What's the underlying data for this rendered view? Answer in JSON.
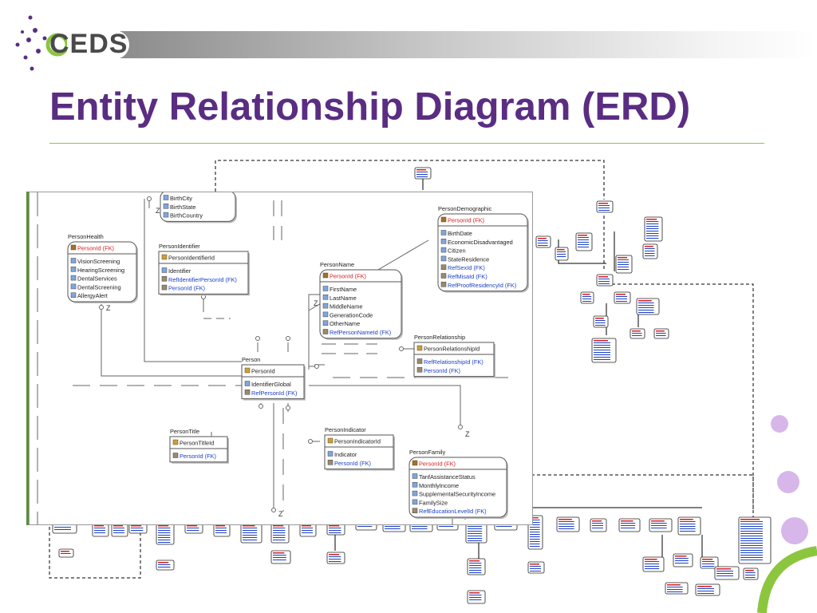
{
  "header": {
    "logo_text": "CEDS",
    "title": "Entity Relationship Diagram (ERD)",
    "colors": {
      "title": "#5a2d82",
      "accent": "#8cc63f",
      "logo_dots": "#5a2d82",
      "logo_green": "#8cc63f"
    }
  },
  "relationship_markers": [
    "Z",
    "Z",
    "Z",
    "Z",
    "Z"
  ],
  "entities": [
    {
      "name": "Person",
      "key": "PersonId",
      "attrs": [
        {
          "text": "IdentifierGlobal",
          "kind": "attr"
        },
        {
          "text": "RefPersonId (FK)",
          "kind": "fk"
        }
      ]
    },
    {
      "name": "PersonHealth",
      "key": "PersonId (FK)",
      "attrs": [
        {
          "text": "VisionScreening",
          "kind": "attr"
        },
        {
          "text": "HearingScreening",
          "kind": "attr"
        },
        {
          "text": "DentalServices",
          "kind": "attr"
        },
        {
          "text": "DentalScreening",
          "kind": "attr"
        },
        {
          "text": "AllergyAlert",
          "kind": "attr"
        }
      ]
    },
    {
      "name": "",
      "key": "",
      "attrs": [
        {
          "text": "BirthCity",
          "kind": "attr"
        },
        {
          "text": "BirthState",
          "kind": "attr"
        },
        {
          "text": "BirthCountry",
          "kind": "attr"
        }
      ]
    },
    {
      "name": "PersonIdentifier",
      "key": "PersonIdentifierId",
      "attrs": [
        {
          "text": "Identifier",
          "kind": "attr"
        },
        {
          "text": "RefIdentifierPersonId (FK)",
          "kind": "fk"
        },
        {
          "text": "PersonId (FK)",
          "kind": "fk"
        }
      ]
    },
    {
      "name": "PersonName",
      "key": "PersonId (FK)",
      "attrs": [
        {
          "text": "FirstName",
          "kind": "attr"
        },
        {
          "text": "LastName",
          "kind": "attr"
        },
        {
          "text": "MiddleName",
          "kind": "attr"
        },
        {
          "text": "GenerationCode",
          "kind": "attr"
        },
        {
          "text": "OtherName",
          "kind": "attr"
        },
        {
          "text": "RefPersonNameId (FK)",
          "kind": "fk"
        }
      ]
    },
    {
      "name": "PersonDemographic",
      "key": "PersonId (FK)",
      "attrs": [
        {
          "text": "BirthDate",
          "kind": "attr"
        },
        {
          "text": "EconomicDisadvantaged",
          "kind": "attr"
        },
        {
          "text": "Citizen",
          "kind": "attr"
        },
        {
          "text": "StateResidence",
          "kind": "attr"
        },
        {
          "text": "RefSexId (FK)",
          "kind": "fk"
        },
        {
          "text": "RefMisaId (FK)",
          "kind": "fk"
        },
        {
          "text": "RefProofResidencyId (FK)",
          "kind": "fk"
        }
      ]
    },
    {
      "name": "PersonRelationship",
      "key": "PersonRelationshipId",
      "attrs": [
        {
          "text": "RefRelationshipId (FK)",
          "kind": "fk"
        },
        {
          "text": "PersonId (FK)",
          "kind": "fk"
        }
      ]
    },
    {
      "name": "PersonTitle",
      "key": "PersonTitleId",
      "attrs": [
        {
          "text": "PersonId (FK)",
          "kind": "fk"
        }
      ]
    },
    {
      "name": "PersonIndicator",
      "key": "PersonIndicatorId",
      "attrs": [
        {
          "text": "Indicator",
          "kind": "attr"
        },
        {
          "text": "PersonId (FK)",
          "kind": "fk"
        }
      ]
    },
    {
      "name": "PersonFamily",
      "key": "PersonId (FK)",
      "attrs": [
        {
          "text": "TanfAssistanceStatus",
          "kind": "attr"
        },
        {
          "text": "MonthlyIncome",
          "kind": "attr"
        },
        {
          "text": "SupplementalSecurityIncome",
          "kind": "attr"
        },
        {
          "text": "FamilySize",
          "kind": "attr"
        },
        {
          "text": "RefEducationLevelId (FK)",
          "kind": "fk"
        }
      ]
    }
  ]
}
